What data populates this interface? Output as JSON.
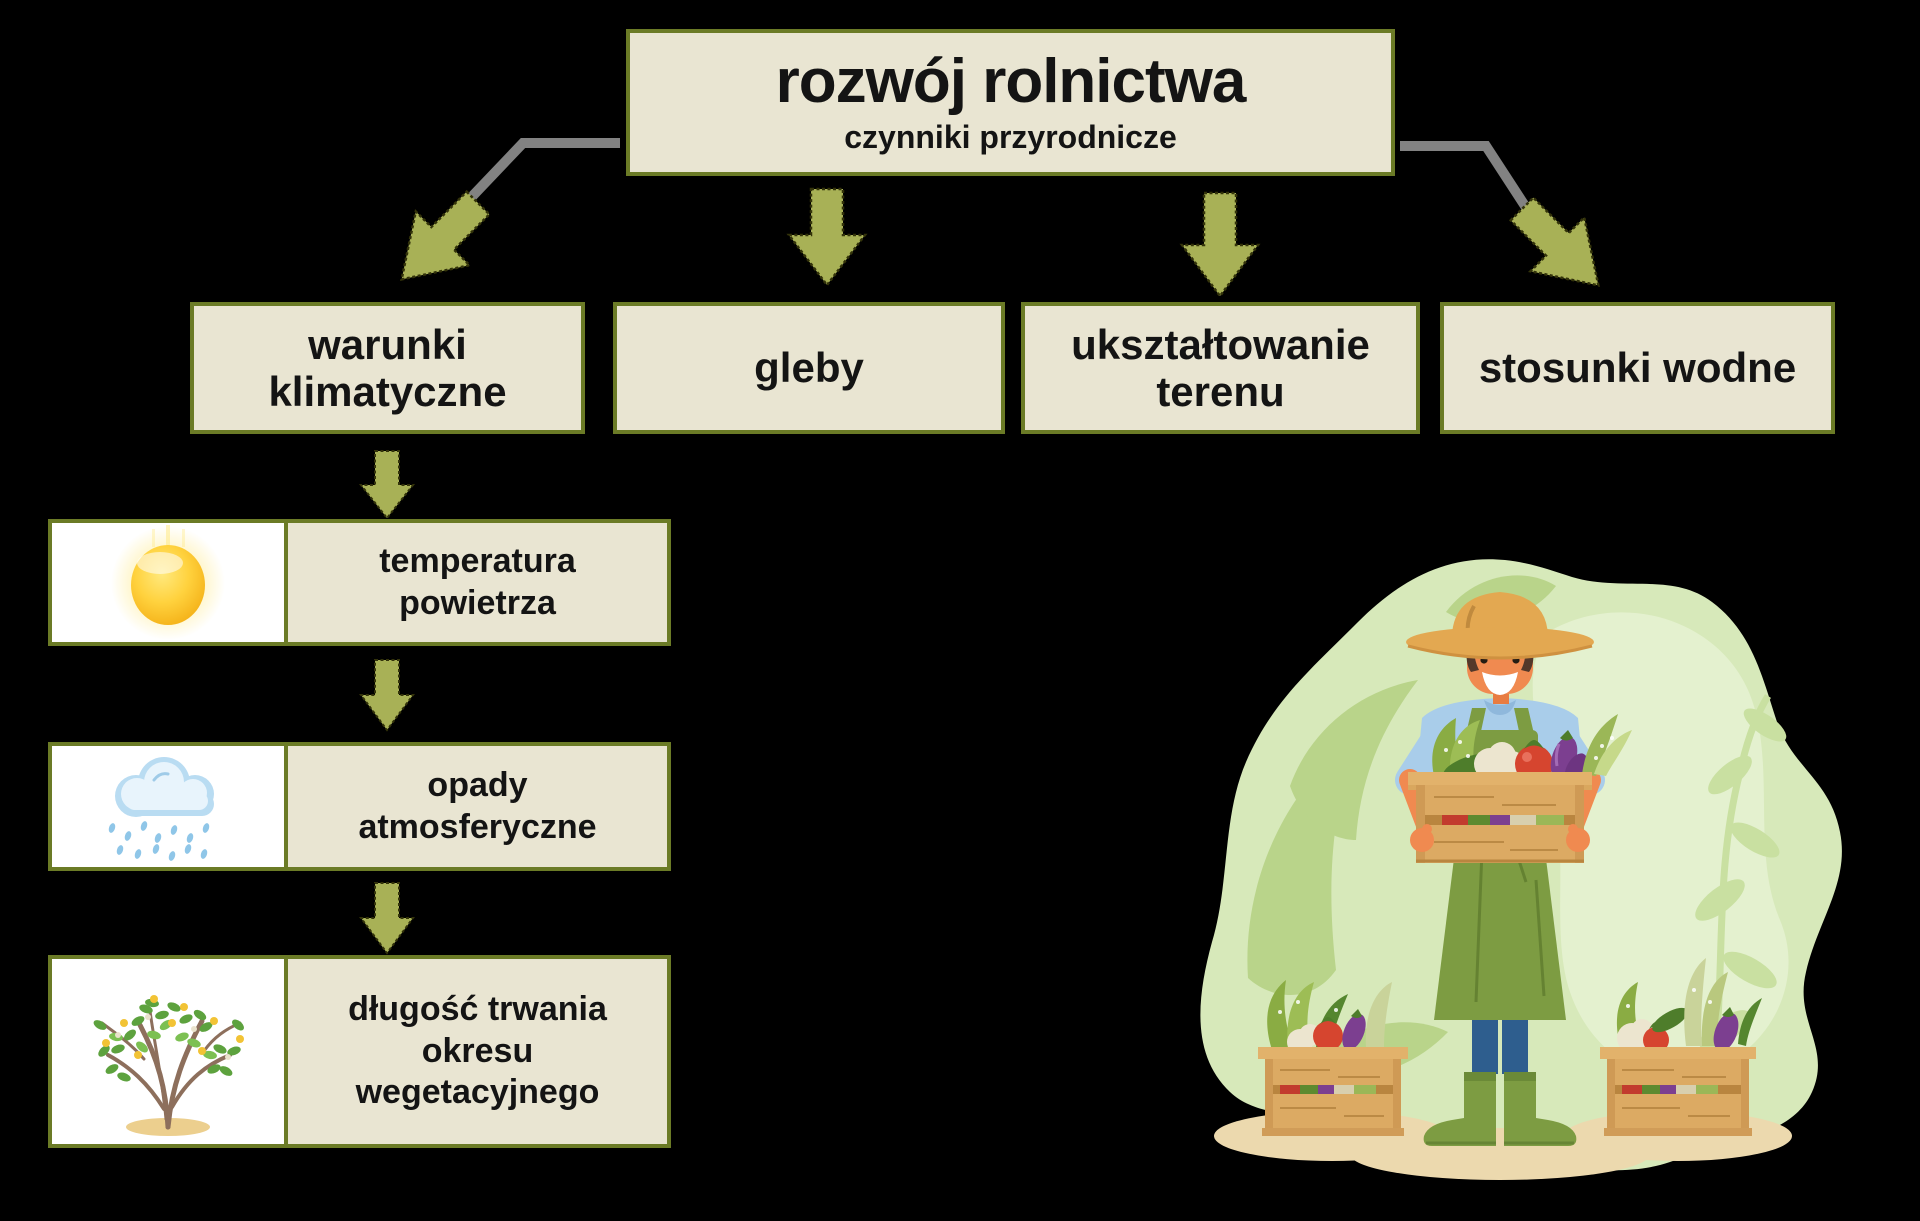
{
  "root": {
    "title": "rozwój rolnictwa",
    "subtitle": "czynniki przyrodnicze"
  },
  "factors": [
    {
      "label": "warunki\nklimatyczne"
    },
    {
      "label": "gleby"
    },
    {
      "label": "ukształtowanie\nterenu"
    },
    {
      "label": "stosunki wodne"
    }
  ],
  "climate_chain": [
    {
      "icon": "sun-icon",
      "label": "temperatura\npowietrza"
    },
    {
      "icon": "rain-cloud-icon",
      "label": "opady\natmosferyczne"
    },
    {
      "icon": "flowering-bush-icon",
      "label": "długość trwania\nokresu\nwegetacyjnego"
    }
  ],
  "illustration": {
    "name": "farmer-with-vegetable-crates"
  },
  "colors": {
    "background": "#000000",
    "box_fill": "#e9e5d2",
    "box_border": "#6b7b26",
    "arrow_fill": "#a8b156",
    "arrow_edge": "#33330a",
    "connector_gray": "#828282",
    "blob_green": "#d7e9ba",
    "text": "#141414"
  }
}
